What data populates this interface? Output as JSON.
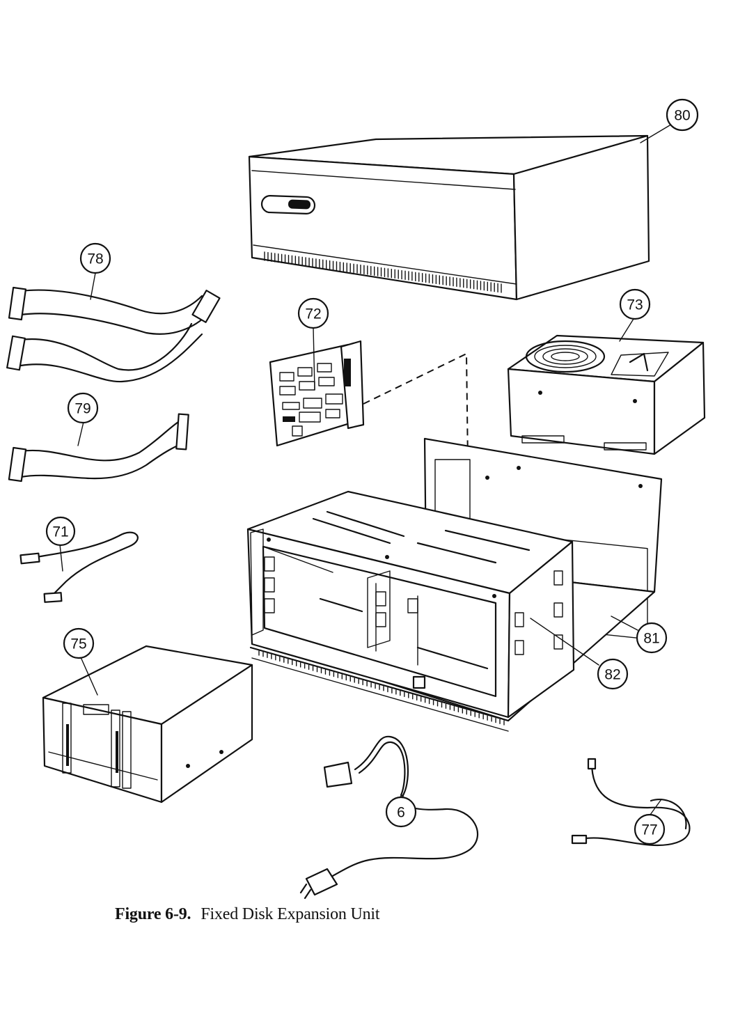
{
  "caption": {
    "figure_number": "Figure 6-9.",
    "title": "Fixed Disk Expansion Unit"
  },
  "callouts": {
    "c80": "80",
    "c78": "78",
    "c72": "72",
    "c73": "73",
    "c79": "79",
    "c71": "71",
    "c75": "75",
    "c81": "81",
    "c82": "82",
    "c6": "6",
    "c77": "77"
  }
}
